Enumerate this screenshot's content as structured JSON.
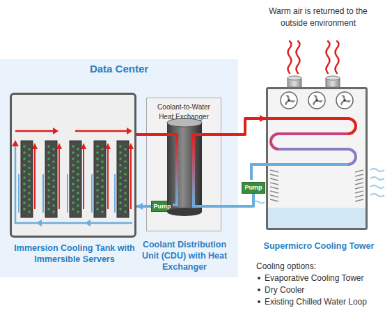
{
  "diagram": {
    "nodes": [
      {
        "text": [
          "Data Center"
        ]
      },
      {
        "text": [
          "Immersion Cooling Tank with Immersible Servers"
        ],
        "in": 0
      },
      {
        "text": [
          "Coolant-to-Water Heat Exchanger",
          "Coolant Distribution Unit (CDU) with Heat Exchanger"
        ],
        "in": 0
      },
      {
        "text": [
          "Pump"
        ],
        "in": 2
      },
      {
        "text": [
          "Supermicro Cooling Tower"
        ]
      },
      {
        "text": [
          "Pump"
        ],
        "in": 4
      }
    ],
    "edges": [
      {
        "from": 1,
        "to": 2,
        "arrow": "none"
      },
      {
        "from": 3,
        "to": 1,
        "arrow": "to"
      },
      {
        "from": 2,
        "to": 4,
        "arrow": "to"
      },
      {
        "from": 5,
        "to": 2,
        "arrow": "none"
      }
    ],
    "labels": [
      "Warm air is returned to the outside environment",
      "Cooling options:",
      "Evaporative Cooling Tower",
      "Dry Cooler",
      "Existing Chilled Water Loop"
    ]
  }
}
